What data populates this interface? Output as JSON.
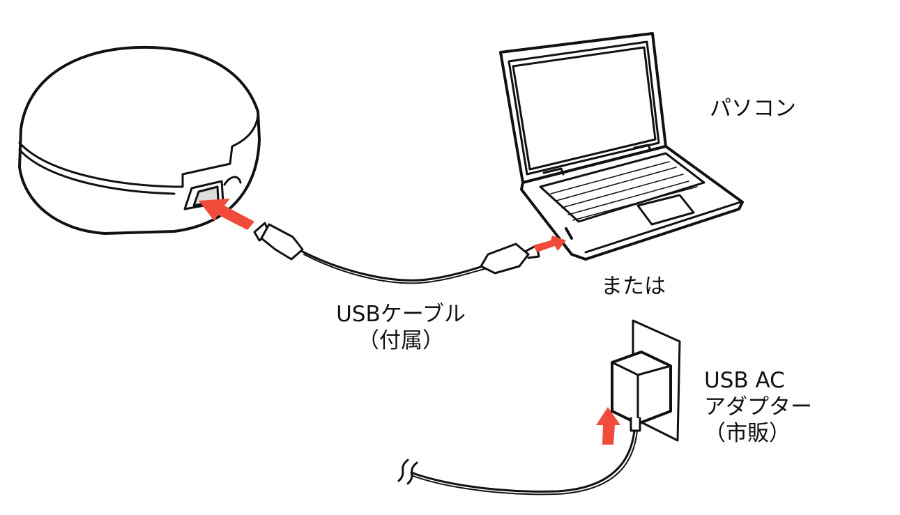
{
  "labels": {
    "pc": "パソコン",
    "cable_line1": "USBケーブル",
    "cable_line2": "（付属）",
    "or": "または",
    "adapter_line1": "USB AC",
    "adapter_line2": "アダプター",
    "adapter_line3": "（市販）"
  },
  "colors": {
    "arrow": "#f04b3b",
    "line": "#111111"
  },
  "icons": [
    "charging-case",
    "usb-cable",
    "laptop",
    "usb-ac-adapter",
    "wall-outlet",
    "arrow"
  ]
}
